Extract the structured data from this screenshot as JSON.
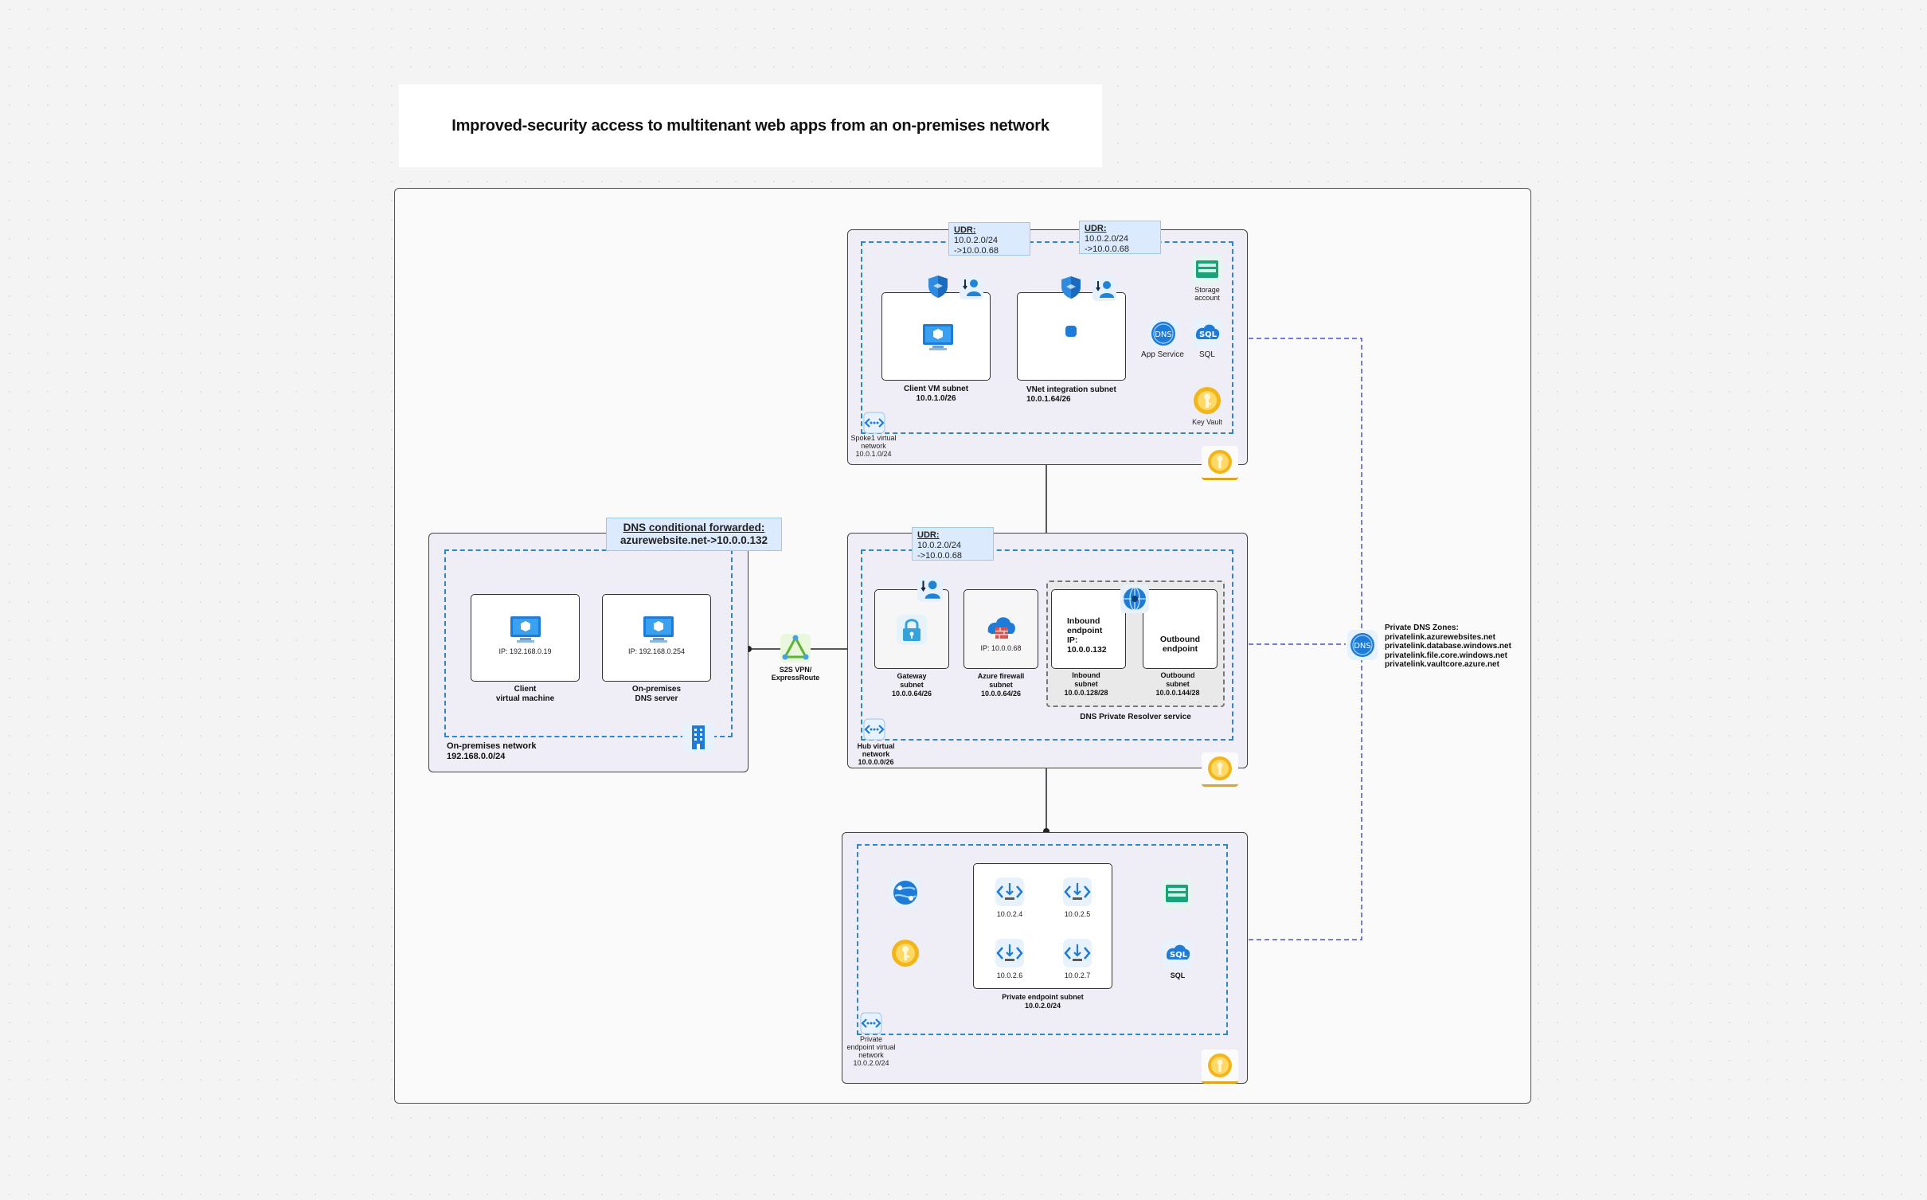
{
  "title": "Improved-security access to multitenant web apps from an on-premises network",
  "spoke": {
    "udr1": {
      "heading": "UDR:",
      "line1": "10.0.2.0/24",
      "line2": "->10.0.0.68"
    },
    "udr2": {
      "heading": "UDR:",
      "line1": "10.0.2.0/24",
      "line2": "->10.0.0.68"
    },
    "client_vm_subnet": {
      "name": "Client VM subnet",
      "cidr": "10.0.1.0/26"
    },
    "vnet_integration_subnet": {
      "name": "VNet integration subnet",
      "cidr": "10.0.1.64/26"
    },
    "app_service": "App Service",
    "sql": "SQL",
    "storage": {
      "line1": "Storage",
      "line2": "account"
    },
    "key_vault": "Key Vault",
    "vnet": {
      "line1": "Spoke1 virtual",
      "line2": "network",
      "line3": "10.0.1.0/24"
    }
  },
  "onprem": {
    "dns_fwd": {
      "line1": "DNS conditional forwarded:",
      "line2": "azurewebsite.net->10.0.0.132"
    },
    "client_ip": "IP: 192.168.0.19",
    "client": {
      "line1": "Client",
      "line2": "virtual machine"
    },
    "dns_ip": "IP: 192.168.0.254",
    "dns_server": {
      "line1": "On-premises",
      "line2": "DNS server"
    },
    "network": {
      "line1": "On-premises network",
      "line2": "192.168.0.0/24"
    }
  },
  "vpn": {
    "line1": "S2S VPN/",
    "line2": "ExpressRoute"
  },
  "hub": {
    "udr": {
      "heading": "UDR:",
      "line1": "10.0.2.0/24",
      "line2": "->10.0.0.68"
    },
    "gateway": {
      "line1": "Gateway",
      "line2": "subnet",
      "line3": "10.0.0.64/26"
    },
    "firewall_ip": "IP: 10.0.0.68",
    "firewall": {
      "line1": "Azure firewall",
      "line2": "subnet",
      "line3": "10.0.0.64/26"
    },
    "inbound_endpoint": {
      "line1": "Inbound",
      "line2": "endpoint",
      "line3": "IP:",
      "line4": "10.0.0.132"
    },
    "outbound_endpoint": {
      "line1": "Outbound",
      "line2": "endpoint"
    },
    "inbound_subnet": {
      "line1": "Inbound",
      "line2": "subnet",
      "line3": "10.0.0.128/28"
    },
    "outbound_subnet": {
      "line1": "Outbound",
      "line2": "subnet",
      "line3": "10.0.0.144/28"
    },
    "resolver": "DNS Private Resolver service",
    "vnet": {
      "line1": "Hub virtual",
      "line2": "network",
      "line3": "10.0.0.0/26"
    }
  },
  "private_dns": {
    "heading": "Private DNS Zones:",
    "zones": [
      "privatelink.azurewebsites.net",
      "privatelink.database.windows.net",
      "privatelink.file.core.windows.net",
      "privatelink.vaultcore.azure.net"
    ]
  },
  "pe": {
    "ips": [
      "10.0.2.4",
      "10.0.2.5",
      "10.0.2.6",
      "10.0.2.7"
    ],
    "sql": "SQL",
    "subnet": {
      "name": "Private endpoint subnet",
      "cidr": "10.0.2.0/24"
    },
    "vnet": {
      "line1": "Private",
      "line2": "endpoint virtual",
      "line3": "network",
      "line4": "10.0.2.0/24"
    }
  },
  "icons": {
    "shield": "shield-icon",
    "identity": "managed-identity-icon",
    "vm": "virtual-machine-icon",
    "dns": "dns-icon",
    "sql": "sql-database-icon",
    "storage": "storage-account-icon",
    "keyvault": "key-vault-icon",
    "vnet": "virtual-network-icon",
    "building": "building-icon",
    "vpn": "vpn-gateway-icon",
    "lock": "lock-icon",
    "firewall": "firewall-icon",
    "resolver": "dns-resolver-icon",
    "endpoint": "private-endpoint-icon",
    "web": "web-app-icon"
  },
  "colors": {
    "azure_blue": "#1e7bd8",
    "dashed_border": "#2f86c8",
    "link_purple": "#4b50e0",
    "key_gold": "#f3b51a",
    "storage_green": "#1aa37a",
    "udr_fill": "#dbeafd"
  }
}
